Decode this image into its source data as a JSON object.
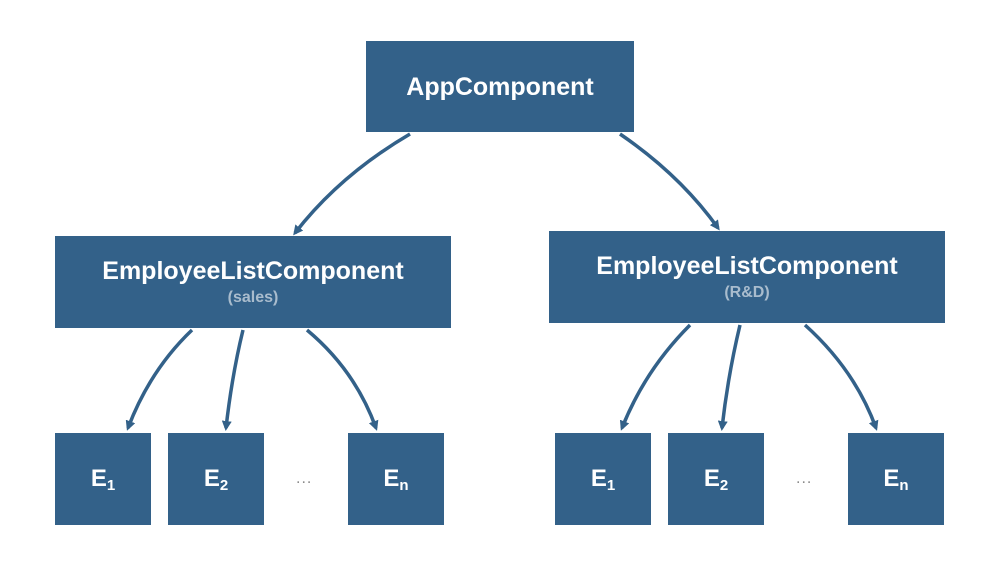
{
  "root": {
    "title": "AppComponent"
  },
  "lists": [
    {
      "title": "EmployeeListComponent",
      "subtitle": "(sales)",
      "leaves": [
        {
          "letter": "E",
          "index": "1"
        },
        {
          "letter": "E",
          "index": "2"
        },
        {
          "letter": "E",
          "index": "n"
        }
      ],
      "ellipsis": "..."
    },
    {
      "title": "EmployeeListComponent",
      "subtitle": "(R&D)",
      "leaves": [
        {
          "letter": "E",
          "index": "1"
        },
        {
          "letter": "E",
          "index": "2"
        },
        {
          "letter": "E",
          "index": "n"
        }
      ],
      "ellipsis": "..."
    }
  ],
  "colors": {
    "node_fill": "#336189",
    "arrow": "#336189",
    "subtitle_text": "#a9bccd",
    "ellipsis_text": "#8a8a8a"
  }
}
